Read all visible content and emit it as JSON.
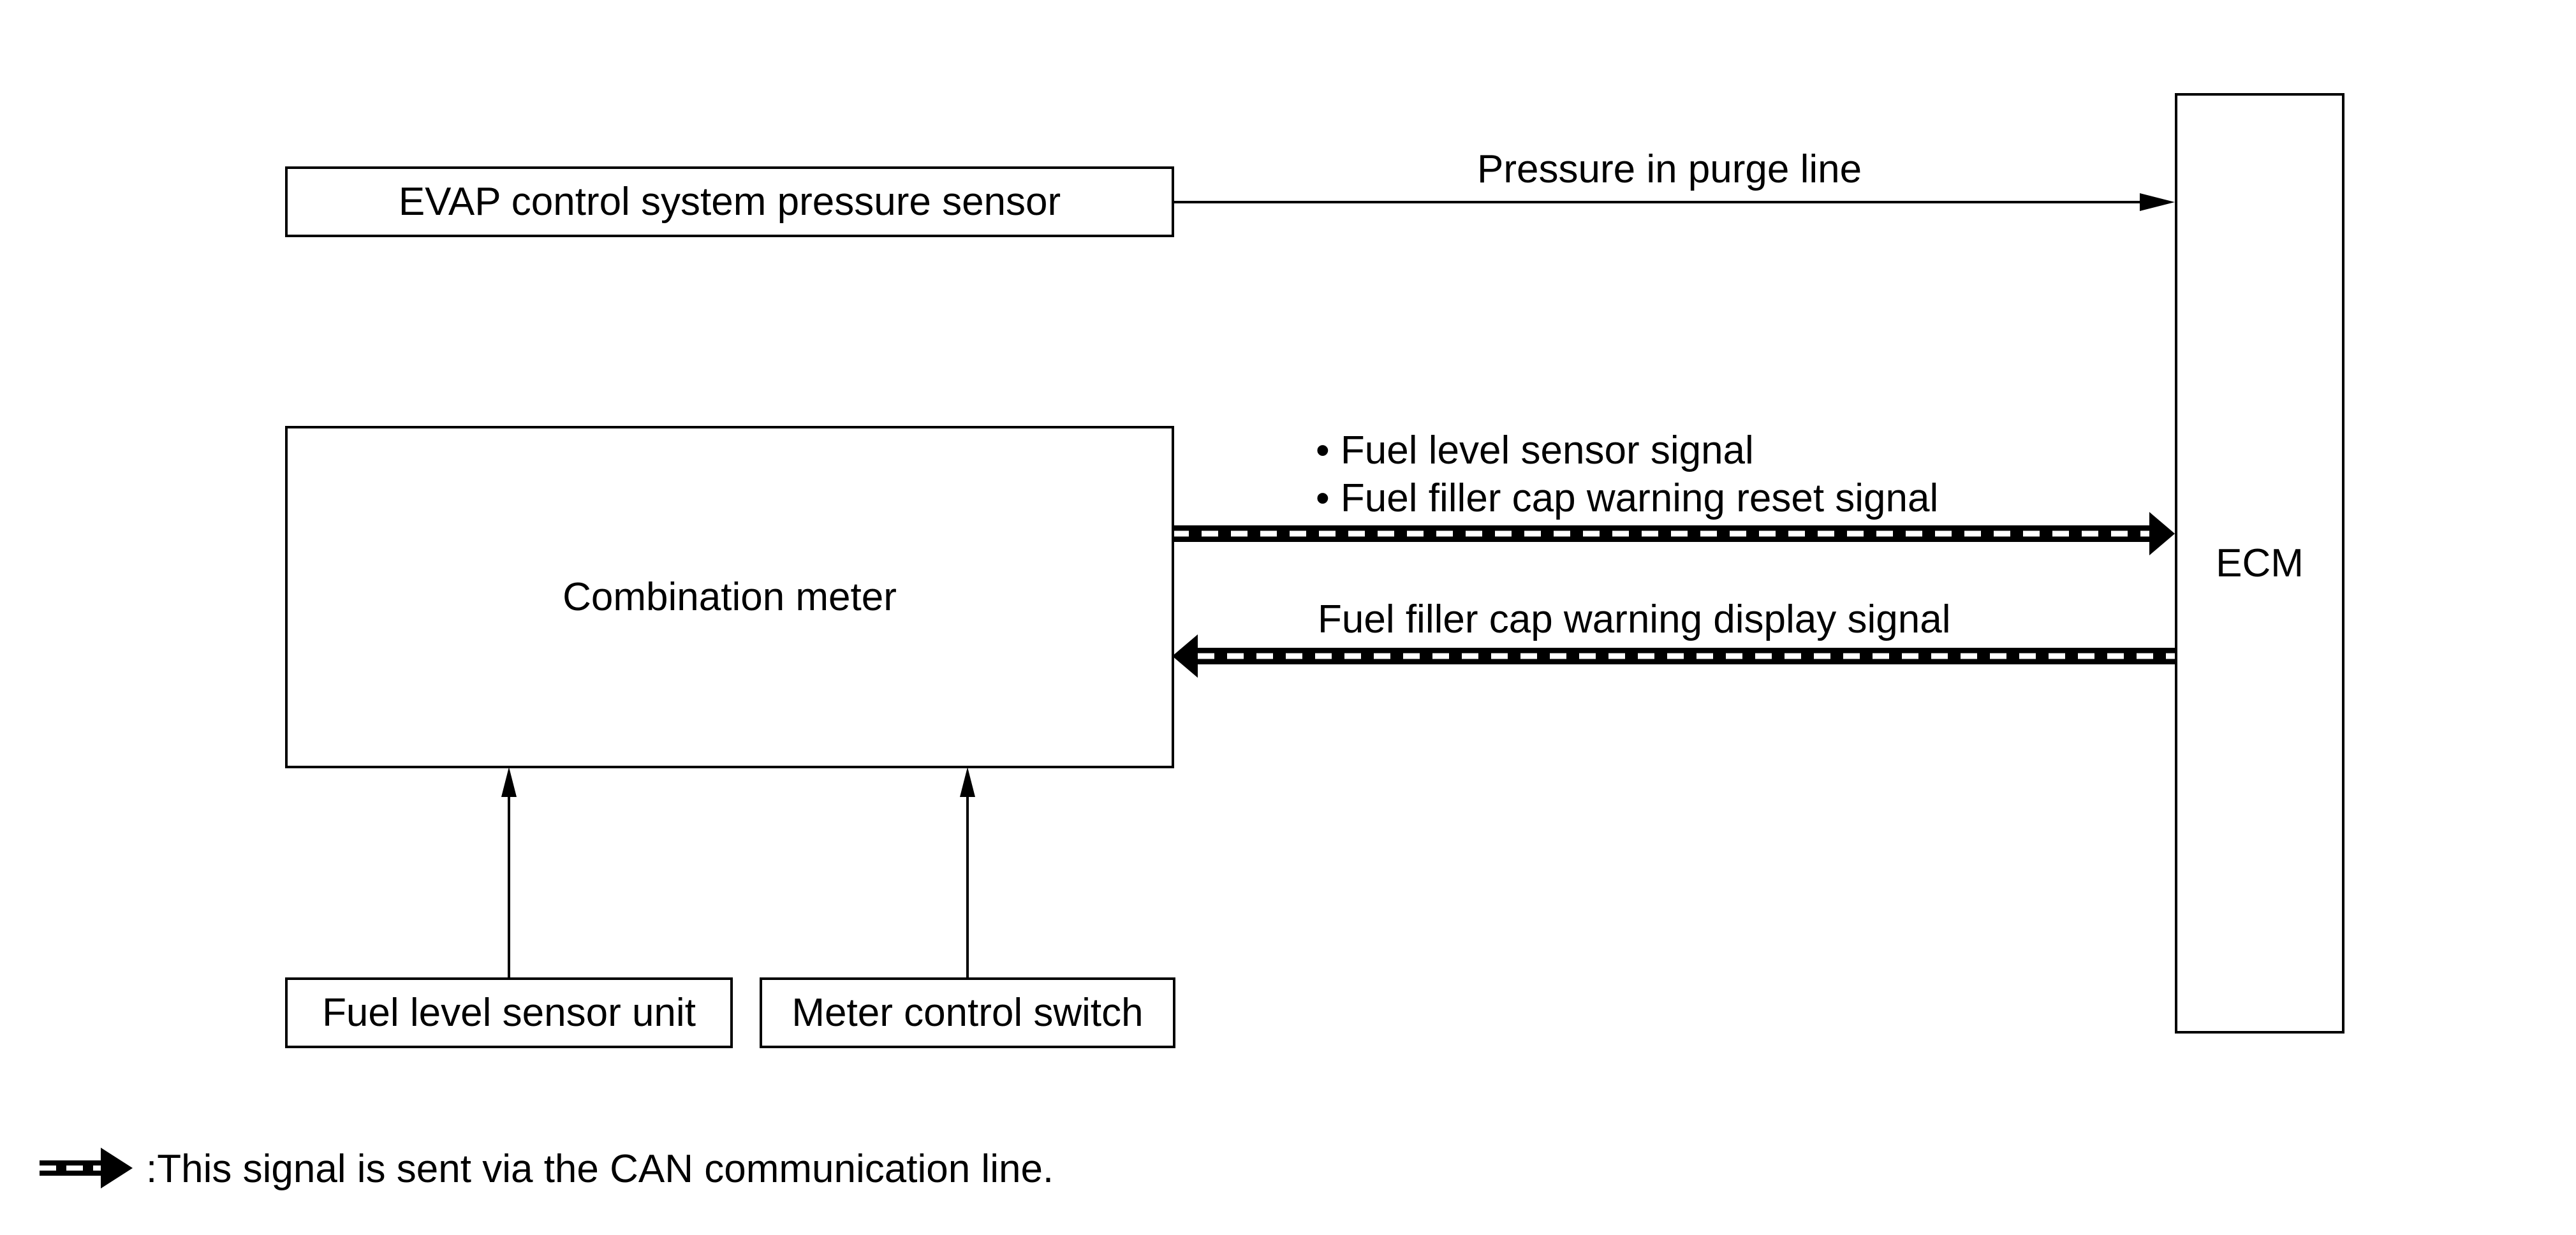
{
  "blocks": {
    "evap_sensor": "EVAP control system pressure sensor",
    "combination_meter": "Combination meter",
    "ecm": "ECM",
    "fuel_level_sensor_unit": "Fuel level sensor unit",
    "meter_control_switch": "Meter control switch"
  },
  "signals": {
    "pressure_in_purge_line": "Pressure in purge line",
    "to_ecm_1": "• Fuel level sensor signal",
    "to_ecm_2": "• Fuel filler cap warning reset signal",
    "to_meter": "Fuel filler cap warning display signal"
  },
  "legend": {
    "text": ":This signal is sent via the CAN communication line."
  }
}
